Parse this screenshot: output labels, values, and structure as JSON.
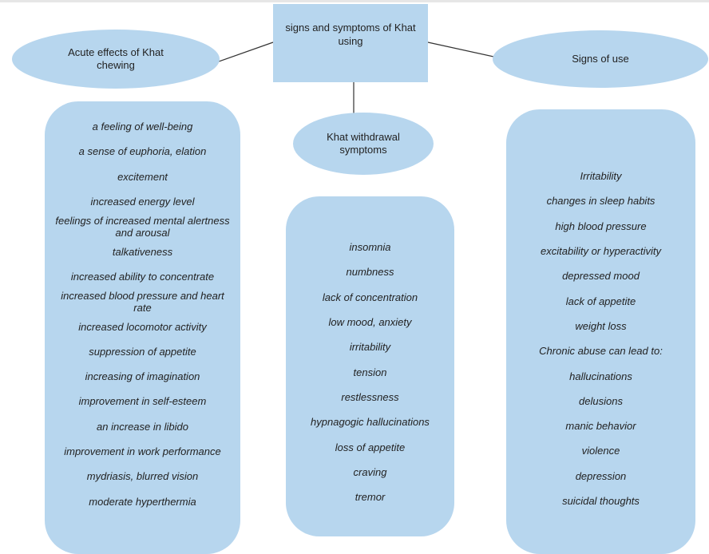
{
  "diagram": {
    "title": "signs and symptoms of Khat using",
    "categories": {
      "acute": "Acute effects of Khat chewing",
      "withdrawal": "Khat withdrawal symptoms",
      "signs": "Signs of use"
    },
    "acute_effects": [
      "a feeling of well-being",
      "a sense of euphoria, elation",
      "excitement",
      "increased energy level",
      "feelings of increased mental alertness and arousal",
      "talkativeness",
      "increased ability to concentrate",
      "increased blood pressure and heart rate",
      "increased locomotor activity",
      "suppression of appetite",
      "increasing of imagination",
      "improvement in self-esteem",
      "an increase in libido",
      "improvement in work performance",
      "mydriasis, blurred vision",
      "moderate hyperthermia"
    ],
    "withdrawal_symptoms": [
      "insomnia",
      "numbness",
      "lack of concentration",
      "low mood, anxiety",
      "irritability",
      "tension",
      "restlessness",
      "hypnagogic hallucinations",
      "loss of appetite",
      "craving",
      "tremor"
    ],
    "signs_of_use": [
      "Irritability",
      "changes in sleep habits",
      "high blood pressure",
      "excitability or hyperactivity",
      "depressed mood",
      "lack of appetite",
      "weight loss",
      "Chronic abuse can lead to:",
      "hallucinations",
      "delusions",
      "manic behavior",
      "violence",
      "depression",
      "suicidal thoughts"
    ]
  },
  "colors": {
    "shape_fill": "#b7d6ee",
    "connector": "#333333"
  }
}
